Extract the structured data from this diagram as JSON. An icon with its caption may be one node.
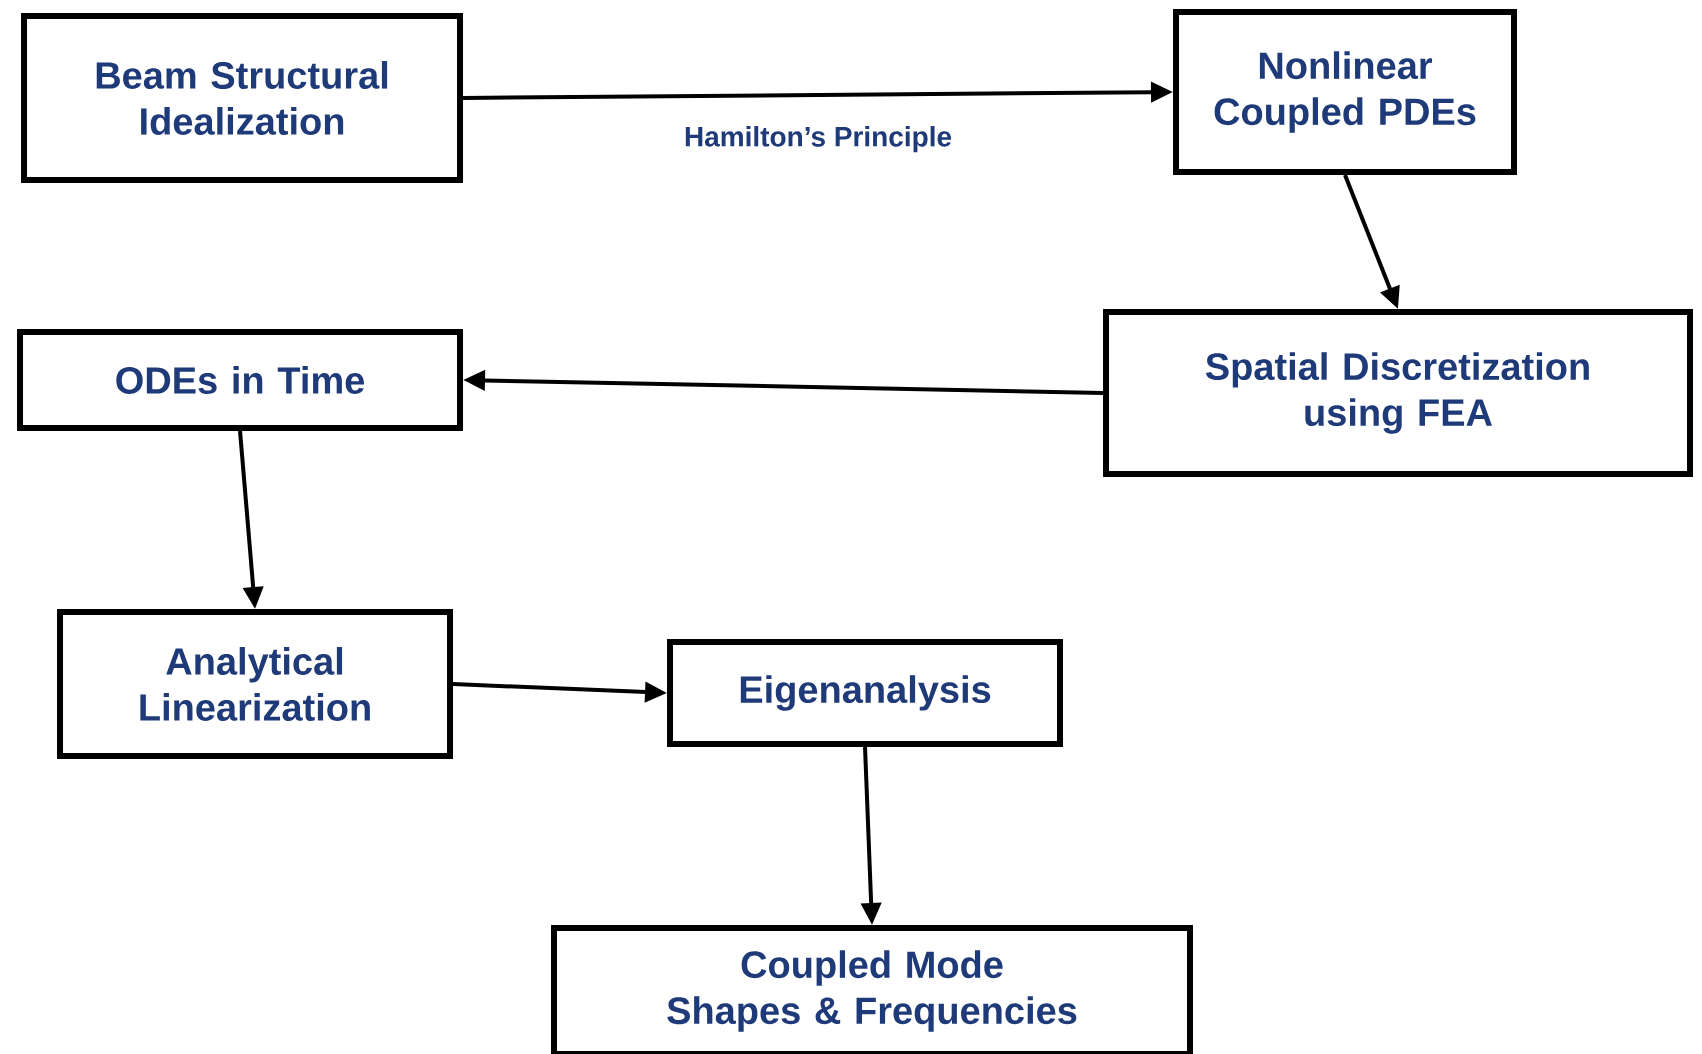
{
  "diagram": {
    "nodes": [
      {
        "text": [
          "Beam Structural Idealization"
        ]
      },
      {
        "text": [
          "Nonlinear Coupled PDEs"
        ]
      },
      {
        "text": [
          "Spatial Discretization using FEA"
        ]
      },
      {
        "text": [
          "ODEs in Time"
        ]
      },
      {
        "text": [
          "Analytical Linearization"
        ]
      },
      {
        "text": [
          "Eigenanalysis"
        ]
      },
      {
        "text": [
          "Coupled Mode Shapes & Frequencies"
        ]
      }
    ],
    "edges": [
      {
        "from": 0,
        "to": 1,
        "arrow": "to",
        "label": "Hamilton’s Principle"
      },
      {
        "from": 1,
        "to": 2,
        "arrow": "to"
      },
      {
        "from": 2,
        "to": 3,
        "arrow": "to"
      },
      {
        "from": 3,
        "to": 4,
        "arrow": "to"
      },
      {
        "from": 4,
        "to": 5,
        "arrow": "to"
      },
      {
        "from": 5,
        "to": 6,
        "arrow": "to"
      }
    ]
  }
}
